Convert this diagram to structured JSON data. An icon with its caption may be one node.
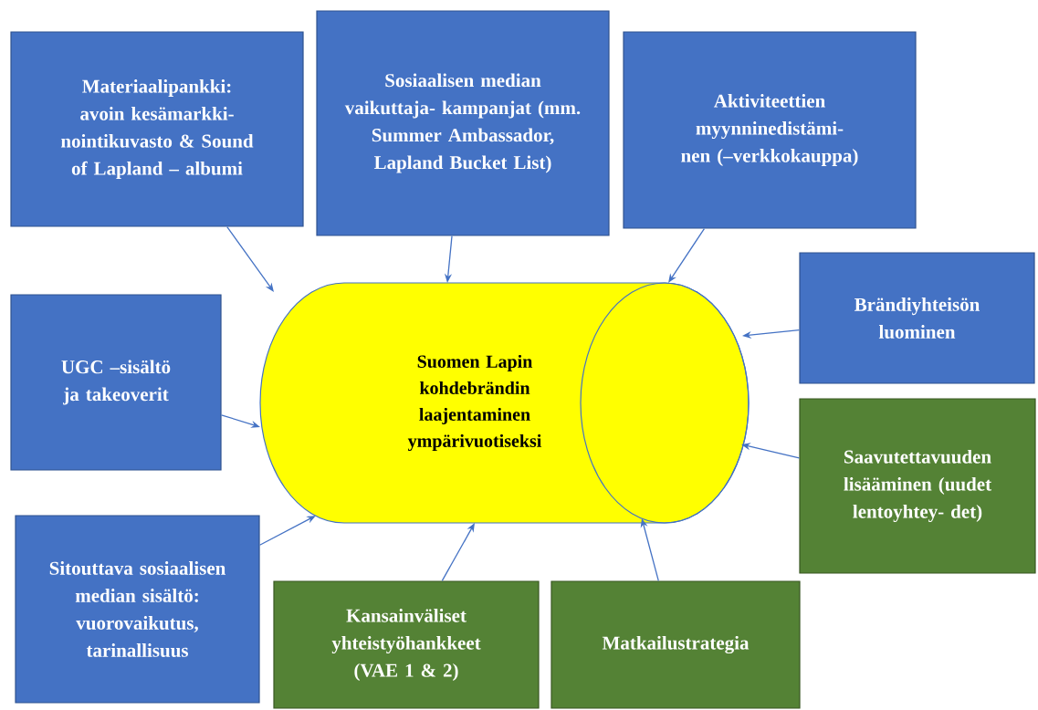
{
  "diagram": {
    "nodes": [
      {
        "text": [
          "Materiaalipankki: avoin kesämarkki- nointikuvasto & Sound of Lapland – albumi"
        ]
      },
      {
        "text": [
          "Sosiaalisen median vaikuttaja- kampanjat (mm. Summer Ambassador, Lapland Bucket List)"
        ]
      },
      {
        "text": [
          "Aktiviteettien myynninedistämi- nen (–verkkokauppa)"
        ]
      },
      {
        "text": [
          "Brändiyhteisön luominen"
        ]
      },
      {
        "text": [
          "UGC –sisältö ja takeoverit"
        ]
      },
      {
        "text": [
          "Suomen Lapin kohdebrändin laajentaminen ympärivuotiseksi"
        ]
      },
      {
        "text": [
          "Saavutettavuuden lisääminen (uudet lentoyhtey- det)"
        ]
      },
      {
        "text": [
          "Sitouttava sosiaalisen median sisältö: vuorovaikutus, tarinallisuus"
        ]
      },
      {
        "text": [
          "Kansainväliset yhteistyöhankkeet (VAE 1 & 2)"
        ]
      },
      {
        "text": [
          "Matkailustrategia"
        ]
      }
    ],
    "edges": [
      {
        "from": 0,
        "to": 5,
        "arrow": "to"
      },
      {
        "from": 1,
        "to": 5,
        "arrow": "to"
      },
      {
        "from": 2,
        "to": 5,
        "arrow": "to"
      },
      {
        "from": 3,
        "to": 5,
        "arrow": "to"
      },
      {
        "from": 4,
        "to": 5,
        "arrow": "to"
      },
      {
        "from": 6,
        "to": 5,
        "arrow": "to"
      },
      {
        "from": 7,
        "to": 5,
        "arrow": "to"
      },
      {
        "from": 8,
        "to": 5,
        "arrow": "to"
      },
      {
        "from": 9,
        "to": 5,
        "arrow": "to"
      }
    ]
  }
}
